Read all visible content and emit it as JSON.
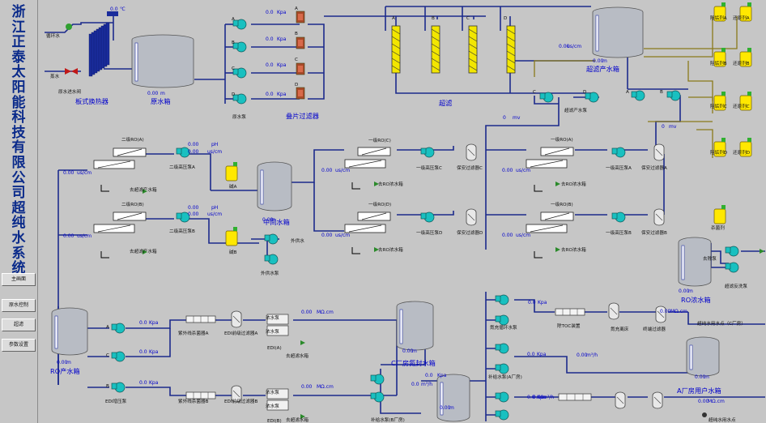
{
  "title_chars": [
    "浙",
    "江",
    "正",
    "泰",
    "太",
    "阳",
    "能",
    "科",
    "技",
    "有",
    "限",
    "公",
    "司",
    "超",
    "纯",
    "水",
    "系",
    "统"
  ],
  "nav": [
    {
      "label": "主画面"
    },
    {
      "label": "原水控制"
    },
    {
      "label": "超滤"
    },
    {
      "label": "参数设置"
    }
  ],
  "colors": {
    "background": "#c6c6c6",
    "pipe_water": "#1c2a8c",
    "pipe_chemical": "#8a7a1a",
    "value_text": "#0000cc",
    "label_text": "#111111",
    "tank_body": "#b8bcc4",
    "pump": "#19c0c0",
    "chem_tank": "#ffe800",
    "filter_cartridge": "#f2e600",
    "valve_red": "#c01818"
  },
  "labels": [
    {
      "t": "0.0",
      "c": "v"
    },
    {
      "t": "℃",
      "c": "v"
    },
    {
      "t": "循环水",
      "c": "l"
    },
    {
      "t": "蒸水",
      "c": "l"
    },
    {
      "t": "原水进水阀",
      "c": "l"
    },
    {
      "t": "板式换热器",
      "c": "b"
    },
    {
      "t": "原水箱",
      "c": "b"
    },
    {
      "t": "0.00",
      "c": "v"
    },
    {
      "t": "m",
      "c": "v"
    },
    {
      "t": "A",
      "c": "l"
    },
    {
      "t": "B",
      "c": "l"
    },
    {
      "t": "C",
      "c": "l"
    },
    {
      "t": "D",
      "c": "l"
    },
    {
      "t": "原水泵",
      "c": "l"
    },
    {
      "t": "0.0",
      "c": "v"
    },
    {
      "t": "Kpa",
      "c": "v"
    },
    {
      "t": "0.0",
      "c": "v"
    },
    {
      "t": "Kpa",
      "c": "v"
    },
    {
      "t": "0.0",
      "c": "v"
    },
    {
      "t": "Kpa",
      "c": "v"
    },
    {
      "t": "0.0",
      "c": "v"
    },
    {
      "t": "Kpa",
      "c": "v"
    },
    {
      "t": "A",
      "c": "l"
    },
    {
      "t": "B",
      "c": "l"
    },
    {
      "t": "C",
      "c": "l"
    },
    {
      "t": "D",
      "c": "l"
    },
    {
      "t": "叠片过滤器",
      "c": "b"
    },
    {
      "t": "A",
      "c": "l"
    },
    {
      "t": "B",
      "c": "l"
    },
    {
      "t": "C",
      "c": "l"
    },
    {
      "t": "D",
      "c": "l"
    },
    {
      "t": "超滤",
      "c": "b"
    },
    {
      "t": "0.00",
      "c": "v"
    },
    {
      "t": "us/cm",
      "c": "v"
    },
    {
      "t": "0.00",
      "c": "v"
    },
    {
      "t": "m",
      "c": "v"
    },
    {
      "t": "超滤产水箱",
      "c": "b"
    },
    {
      "t": "C",
      "c": "l"
    },
    {
      "t": "D",
      "c": "l"
    },
    {
      "t": "A",
      "c": "l"
    },
    {
      "t": "B",
      "c": "l"
    },
    {
      "t": "超滤产水泵",
      "c": "l"
    },
    {
      "t": "阻垢剂A",
      "c": "l"
    },
    {
      "t": "还原剂A",
      "c": "l"
    },
    {
      "t": "阻垢剂B",
      "c": "l"
    },
    {
      "t": "还原剂B",
      "c": "l"
    },
    {
      "t": "阻垢剂C",
      "c": "l"
    },
    {
      "t": "还原剂C",
      "c": "l"
    },
    {
      "t": "阻垢剂D",
      "c": "l"
    },
    {
      "t": "还原剂D",
      "c": "l"
    },
    {
      "t": "杀菌剂",
      "c": "l"
    },
    {
      "t": "0",
      "c": "v"
    },
    {
      "t": "mv",
      "c": "v"
    },
    {
      "t": "0",
      "c": "v"
    },
    {
      "t": "mv",
      "c": "v"
    },
    {
      "t": "二级RO(A)",
      "c": "l"
    },
    {
      "t": "0.00",
      "c": "v"
    },
    {
      "t": "pH",
      "c": "v"
    },
    {
      "t": "0.00",
      "c": "v"
    },
    {
      "t": "us/cm",
      "c": "v"
    },
    {
      "t": "0.00",
      "c": "v"
    },
    {
      "t": "us/cm",
      "c": "v"
    },
    {
      "t": "二级高压泵A",
      "c": "l"
    },
    {
      "t": "去超滤产水箱",
      "c": "l"
    },
    {
      "t": "碱A",
      "c": "l"
    },
    {
      "t": "二级RO(B)",
      "c": "l"
    },
    {
      "t": "0.00",
      "c": "v"
    },
    {
      "t": "pH",
      "c": "v"
    },
    {
      "t": "0.00",
      "c": "v"
    },
    {
      "t": "us/cm",
      "c": "v"
    },
    {
      "t": "0.00",
      "c": "v"
    },
    {
      "t": "us/cm",
      "c": "v"
    },
    {
      "t": "二级高压泵B",
      "c": "l"
    },
    {
      "t": "去超滤产水箱",
      "c": "l"
    },
    {
      "t": "碱B",
      "c": "l"
    },
    {
      "t": "0.00",
      "c": "v"
    },
    {
      "t": "m",
      "c": "v"
    },
    {
      "t": "中间水箱",
      "c": "b"
    },
    {
      "t": "外供水",
      "c": "l"
    },
    {
      "t": "外供水泵",
      "c": "l"
    },
    {
      "t": "一级RO(C)",
      "c": "l"
    },
    {
      "t": "0.00",
      "c": "v"
    },
    {
      "t": "us/cm",
      "c": "v"
    },
    {
      "t": "一级高压泵C",
      "c": "l"
    },
    {
      "t": "保安过滤器C",
      "c": "l"
    },
    {
      "t": "去RO浓水箱",
      "c": "l"
    },
    {
      "t": "一级RO(D)",
      "c": "l"
    },
    {
      "t": "0.00",
      "c": "v"
    },
    {
      "t": "us/cm",
      "c": "v"
    },
    {
      "t": "一级高压泵D",
      "c": "l"
    },
    {
      "t": "保安过滤器D",
      "c": "l"
    },
    {
      "t": "去RO浓水箱",
      "c": "l"
    },
    {
      "t": "一级RO(A)",
      "c": "l"
    },
    {
      "t": "0.00",
      "c": "v"
    },
    {
      "t": "us/cm",
      "c": "v"
    },
    {
      "t": "一级高压泵A",
      "c": "l"
    },
    {
      "t": "保安过滤器A",
      "c": "l"
    },
    {
      "t": "去RO浓水箱",
      "c": "l"
    },
    {
      "t": "一级RO(B)",
      "c": "l"
    },
    {
      "t": "0.00",
      "c": "v"
    },
    {
      "t": "us/cm",
      "c": "v"
    },
    {
      "t": "一级高压泵B",
      "c": "l"
    },
    {
      "t": "保安过滤器B",
      "c": "l"
    },
    {
      "t": "去RO浓水箱",
      "c": "l"
    },
    {
      "t": "RO浓水箱",
      "c": "b"
    },
    {
      "t": "0.00",
      "c": "v"
    },
    {
      "t": "m",
      "c": "v"
    },
    {
      "t": "去除泵",
      "c": "l"
    },
    {
      "t": "超滤反洗泵",
      "c": "l"
    },
    {
      "t": "RO产水箱",
      "c": "b"
    },
    {
      "t": "0.00",
      "c": "v"
    },
    {
      "t": "m",
      "c": "v"
    },
    {
      "t": "A",
      "c": "l"
    },
    {
      "t": "0.0",
      "c": "v"
    },
    {
      "t": "Kpa",
      "c": "v"
    },
    {
      "t": "C",
      "c": "l"
    },
    {
      "t": "0.0",
      "c": "v"
    },
    {
      "t": "Kpa",
      "c": "v"
    },
    {
      "t": "B",
      "c": "l"
    },
    {
      "t": "0.0",
      "c": "v"
    },
    {
      "t": "Kpa",
      "c": "v"
    },
    {
      "t": "EDI增压泵",
      "c": "l"
    },
    {
      "t": "紫外线杀菌器A",
      "c": "l"
    },
    {
      "t": "EDI前级过滤器A",
      "c": "l"
    },
    {
      "t": "浓水泵",
      "c": "l"
    },
    {
      "t": "浓水泵",
      "c": "l"
    },
    {
      "t": "EDI(A)",
      "c": "l"
    },
    {
      "t": "0.00",
      "c": "v"
    },
    {
      "t": "MΩ.cm",
      "c": "v"
    },
    {
      "t": "去超滤水箱",
      "c": "l"
    },
    {
      "t": "紫外线杀菌器B",
      "c": "l"
    },
    {
      "t": "EDI前级过滤器B",
      "c": "l"
    },
    {
      "t": "浓水泵",
      "c": "l"
    },
    {
      "t": "浓水泵",
      "c": "l"
    },
    {
      "t": "EDI(B)",
      "c": "l"
    },
    {
      "t": "0.00",
      "c": "v"
    },
    {
      "t": "MΩ.cm",
      "c": "v"
    },
    {
      "t": "去超滤水箱",
      "c": "l"
    },
    {
      "t": "0.00",
      "c": "v"
    },
    {
      "t": "m",
      "c": "v"
    },
    {
      "t": "C厂房氮封水箱",
      "c": "b"
    },
    {
      "t": "0.0",
      "c": "v"
    },
    {
      "t": "Kpa",
      "c": "v"
    },
    {
      "t": "0.0",
      "c": "v"
    },
    {
      "t": "m³/h",
      "c": "v"
    },
    {
      "t": "补给水泵(B厂房)",
      "c": "l"
    },
    {
      "t": "0.00",
      "c": "v"
    },
    {
      "t": "m",
      "c": "v"
    },
    {
      "t": "0.0",
      "c": "v"
    },
    {
      "t": "Kpa",
      "c": "v"
    },
    {
      "t": "0.00",
      "c": "v"
    },
    {
      "t": "m³/h",
      "c": "v"
    },
    {
      "t": "0.00",
      "c": "v"
    },
    {
      "t": "MΩ.cm",
      "c": "v"
    },
    {
      "t": "氮充循环水泵",
      "c": "l"
    },
    {
      "t": "除TOC装置",
      "c": "l"
    },
    {
      "t": "氮充离床",
      "c": "l"
    },
    {
      "t": "终端过滤器",
      "c": "l"
    },
    {
      "t": "超纯水用水点（C厂房）",
      "c": "l"
    },
    {
      "t": "0.0",
      "c": "v"
    },
    {
      "t": "Kpa",
      "c": "v"
    },
    {
      "t": "0.00",
      "c": "v"
    },
    {
      "t": "m³/h",
      "c": "v"
    },
    {
      "t": "补给水泵(A厂房)",
      "c": "l"
    },
    {
      "t": "A厂房用户水箱",
      "c": "b"
    },
    {
      "t": "0.00",
      "c": "v"
    },
    {
      "t": "m",
      "c": "v"
    },
    {
      "t": "0.0",
      "c": "v"
    },
    {
      "t": "Kpa",
      "c": "v"
    },
    {
      "t": "0.00",
      "c": "v"
    },
    {
      "t": "MΩ.cm",
      "c": "v"
    },
    {
      "t": "超纯水用水点",
      "c": "l"
    }
  ]
}
